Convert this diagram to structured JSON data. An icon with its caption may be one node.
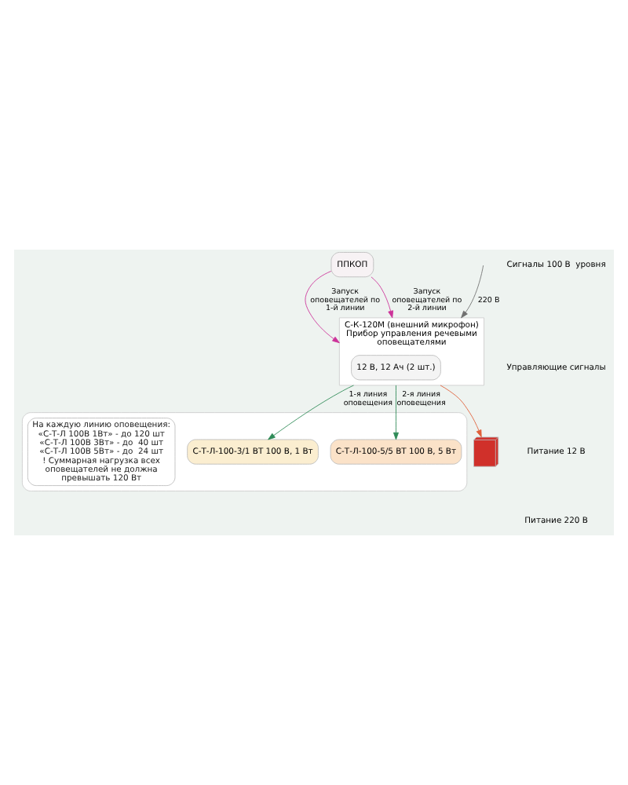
{
  "diagram": {
    "nodes": [
      {
        "text": [],
        "shape": "box"
      },
      {
        "text": [
          "С-Т-Л-100-3/1 ВТ 100 В, 1 Вт"
        ],
        "in": 0
      },
      {
        "text": [
          "С-Т-Л-100-5/5 ВТ 100 В, 5 Вт"
        ],
        "in": 0
      },
      {
        "text": [
          "На каждую линию оповещения:",
          "«С-Т-Л 100В 1Вт» - до 120 шт",
          "«С-Т-Л 100В 3Вт» - до  40 шт",
          "«С-Т-Л 100В 5Вт» - до  24 шт",
          "! Суммарная нагрузка всех оповещателей не должна превышать 120 Вт"
        ],
        "in": 0
      },
      {
        "text": [
          "С-К-120М (внешний микрофон) Прибор управления речевыми оповещателями"
        ]
      },
      {
        "text": [
          "12 В, 12 Ач (2 шт.)"
        ],
        "in": 4
      },
      {
        "text": [
          "ППКОП"
        ]
      },
      {
        "text": [],
        "shape": "picture"
      }
    ],
    "edges": [
      {
        "from": 4,
        "to": 1,
        "arrow": "to",
        "label": "1-я линия оповещения",
        "color": "#2e8b57"
      },
      {
        "from": 4,
        "to": 2,
        "arrow": "to",
        "label": "2-я линия оповещения",
        "color": "#2e8b57"
      },
      {
        "from": 6,
        "to": 4,
        "arrow": "to",
        "label": "Запуск оповещателей по 1-й линии",
        "color": "#cc3399"
      },
      {
        "from": 6,
        "to": 4,
        "arrow": "to",
        "label": "Запуск оповещателей по 2-й линии",
        "color": "#cc3399"
      },
      {
        "from": null,
        "to": 4,
        "arrow": "to",
        "label": "220 В",
        "color": "#707070"
      },
      {
        "from": 4,
        "to": 7,
        "arrow": "to",
        "color": "#e0603a"
      }
    ],
    "legend": [
      {
        "text": "Сигналы 100 В  уровня"
      },
      {
        "text": "Управляющие сигналы"
      },
      {
        "text": "Питание 12 В"
      },
      {
        "text": "Питание 220 В"
      }
    ]
  }
}
